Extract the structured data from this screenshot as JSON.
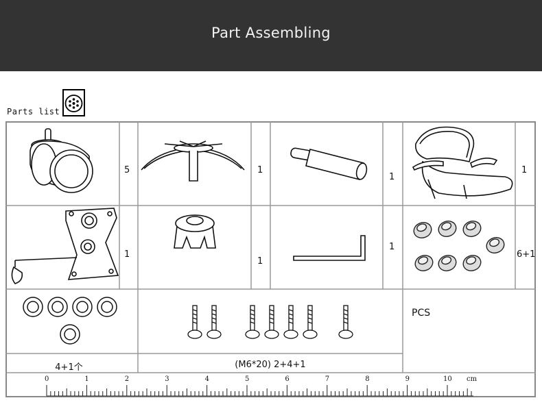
{
  "header": {
    "title": "Part Assembling"
  },
  "parts_list": {
    "label": "Parts list",
    "icon": "caster-icon"
  },
  "parts": [
    {
      "name": "caster wheel",
      "icon": "caster-wheel-icon",
      "qty": "5"
    },
    {
      "name": "chair base",
      "icon": "chair-base-icon",
      "qty": "1"
    },
    {
      "name": "gas lift",
      "icon": "gas-lift-icon",
      "qty": "1"
    },
    {
      "name": "seat with backrest",
      "icon": "chair-seat-icon",
      "qty": "1"
    },
    {
      "name": "tilt mechanism",
      "icon": "mechanism-icon",
      "qty": "1"
    },
    {
      "name": "gas lift cover",
      "icon": "gas-cover-icon",
      "qty": "1"
    },
    {
      "name": "allen key",
      "icon": "allen-key-icon",
      "qty": "1"
    },
    {
      "name": "caps",
      "icon": "cap-icon",
      "qty": "6+1"
    },
    {
      "name": "washers",
      "icon": "washer-icon",
      "qty": "4+1个"
    },
    {
      "name": "screws",
      "icon": "screw-icon",
      "qty": "(M6*20) 2+4+1"
    }
  ],
  "unit_note": "PCS",
  "ruler": {
    "numbers": [
      "0",
      "1",
      "2",
      "3",
      "4",
      "5",
      "6",
      "7",
      "8",
      "9",
      "10"
    ],
    "unit": "cm"
  },
  "colors": {
    "banner": "#333333",
    "grid": "#999999",
    "ink": "#111111"
  }
}
